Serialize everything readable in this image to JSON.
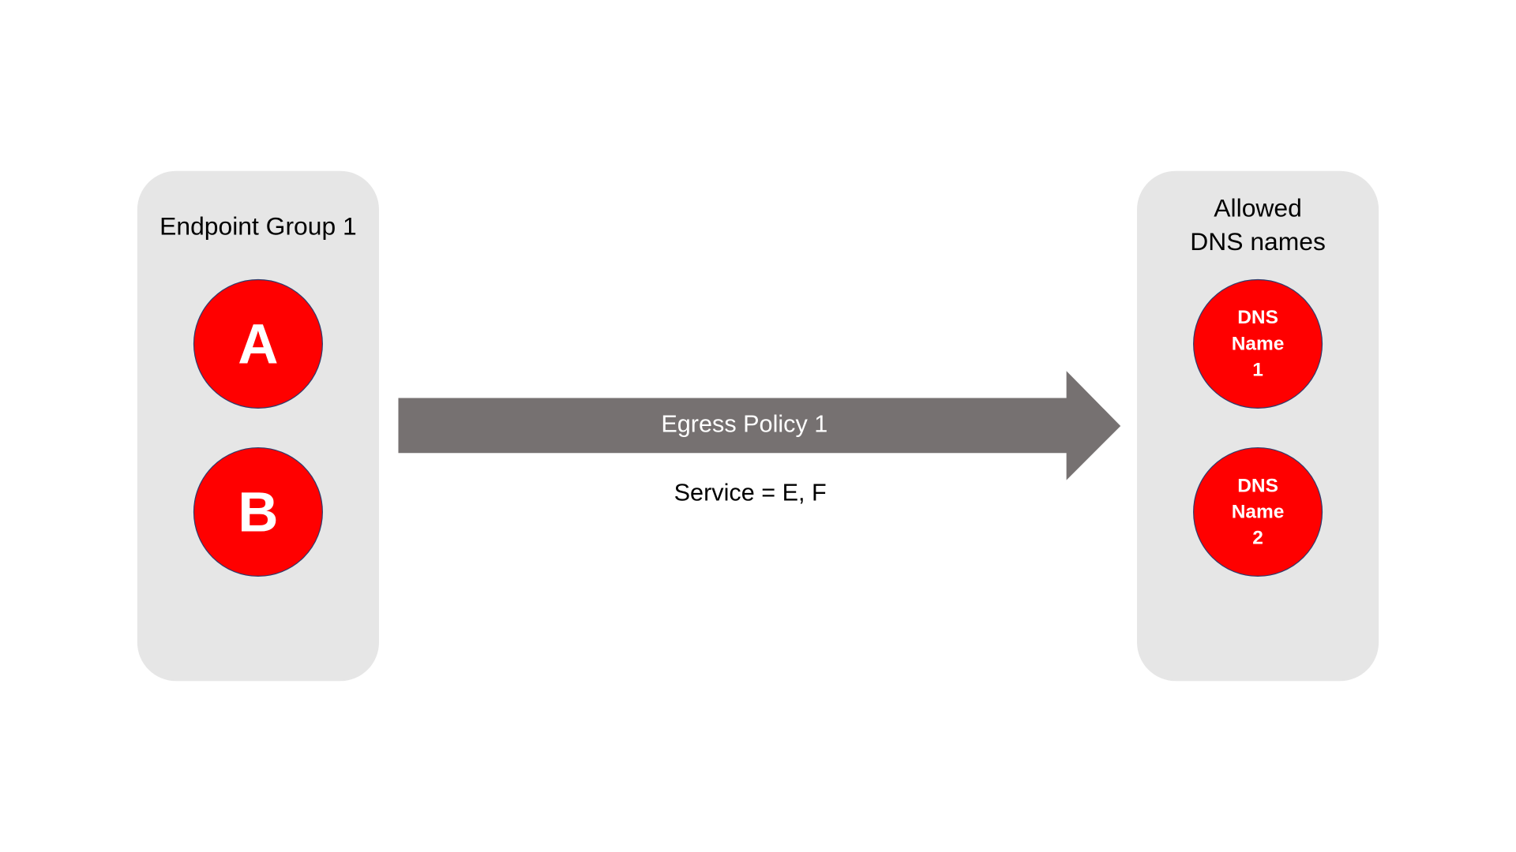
{
  "colors": {
    "panel": "#e6e6e6",
    "node": "#ff0000",
    "node_border": "#2f3b6b",
    "arrow": "#767171"
  },
  "source": {
    "title": "Endpoint Group 1",
    "nodes": [
      "A",
      "B"
    ]
  },
  "policy": {
    "label": "Egress Policy 1",
    "service": "Service = E, F"
  },
  "destination": {
    "title_line1": "Allowed",
    "title_line2": "DNS names",
    "nodes": [
      {
        "line1": "DNS",
        "line2": "Name",
        "line3": "1"
      },
      {
        "line1": "DNS",
        "line2": "Name",
        "line3": "2"
      }
    ]
  }
}
